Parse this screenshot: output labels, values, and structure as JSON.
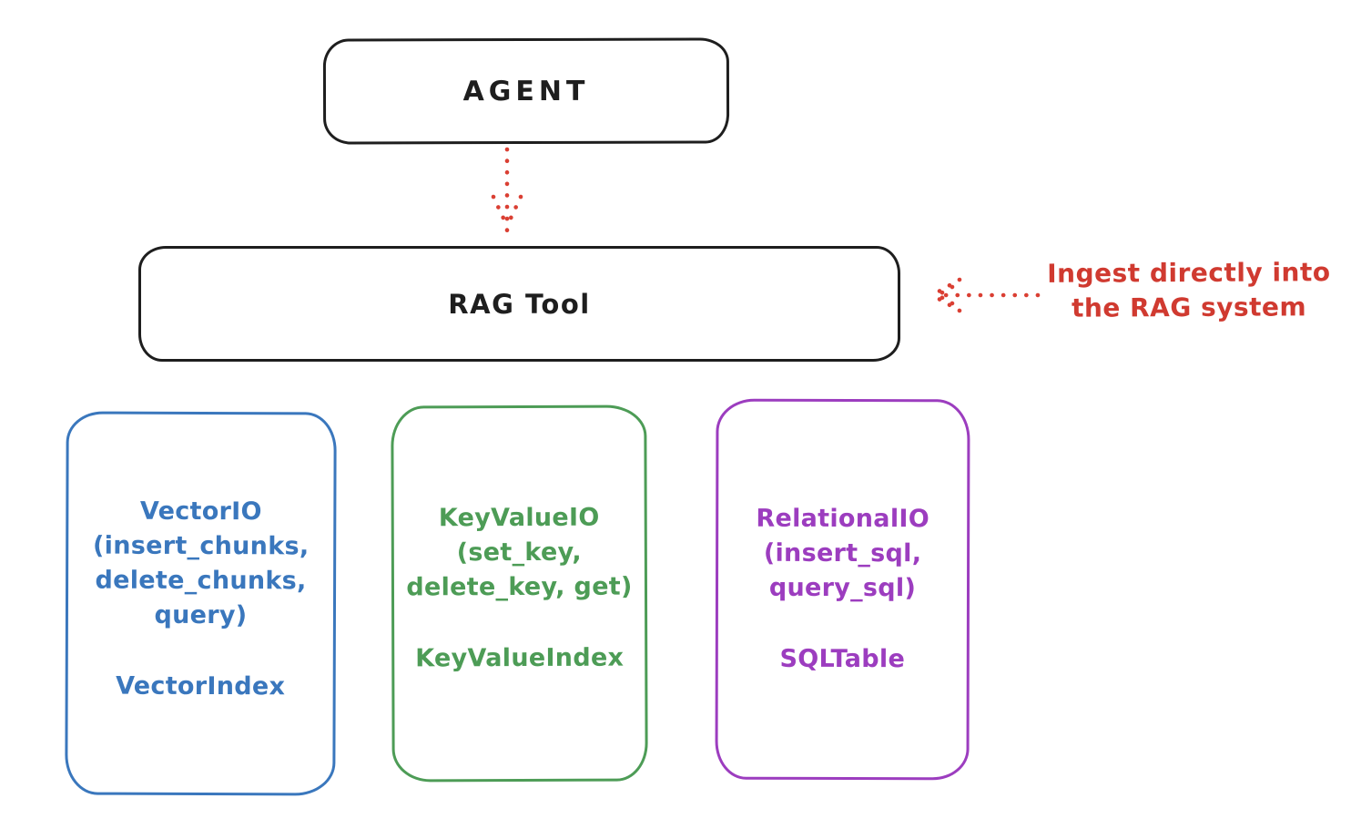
{
  "nodes": {
    "agent": {
      "label": "AGENT"
    },
    "rag_tool": {
      "label": "RAG Tool"
    }
  },
  "annotation": {
    "line1": "Ingest directly into",
    "line2": "the RAG system"
  },
  "arrows": [
    {
      "name": "agent-to-ragtool",
      "style": "dotted",
      "direction": "down",
      "color": "#da3f33"
    },
    {
      "name": "ingest-into-ragtool",
      "style": "dotted",
      "direction": "left",
      "color": "#da3f33"
    }
  ],
  "io_boxes": [
    {
      "id": "vector-io",
      "color": "#3a77bd",
      "lines": [
        "VectorIO",
        "(insert_chunks,",
        "delete_chunks,",
        "query)"
      ],
      "index_label": "VectorIndex"
    },
    {
      "id": "keyvalue-io",
      "color": "#4d9c56",
      "lines": [
        "KeyValueIO",
        "(set_key,",
        "delete_key, get)"
      ],
      "index_label": "KeyValueIndex"
    },
    {
      "id": "relational-io",
      "color": "#9c3dbf",
      "lines": [
        "RelationalIO",
        "(insert_sql,",
        "query_sql)"
      ],
      "index_label": "SQLTable"
    }
  ],
  "colors": {
    "background": "#ffffff",
    "outline_black": "#1e1e1e",
    "accent_red": "#da3f33",
    "vector_blue": "#3a77bd",
    "keyvalue_green": "#4d9c56",
    "relational_purple": "#9c3dbf"
  }
}
